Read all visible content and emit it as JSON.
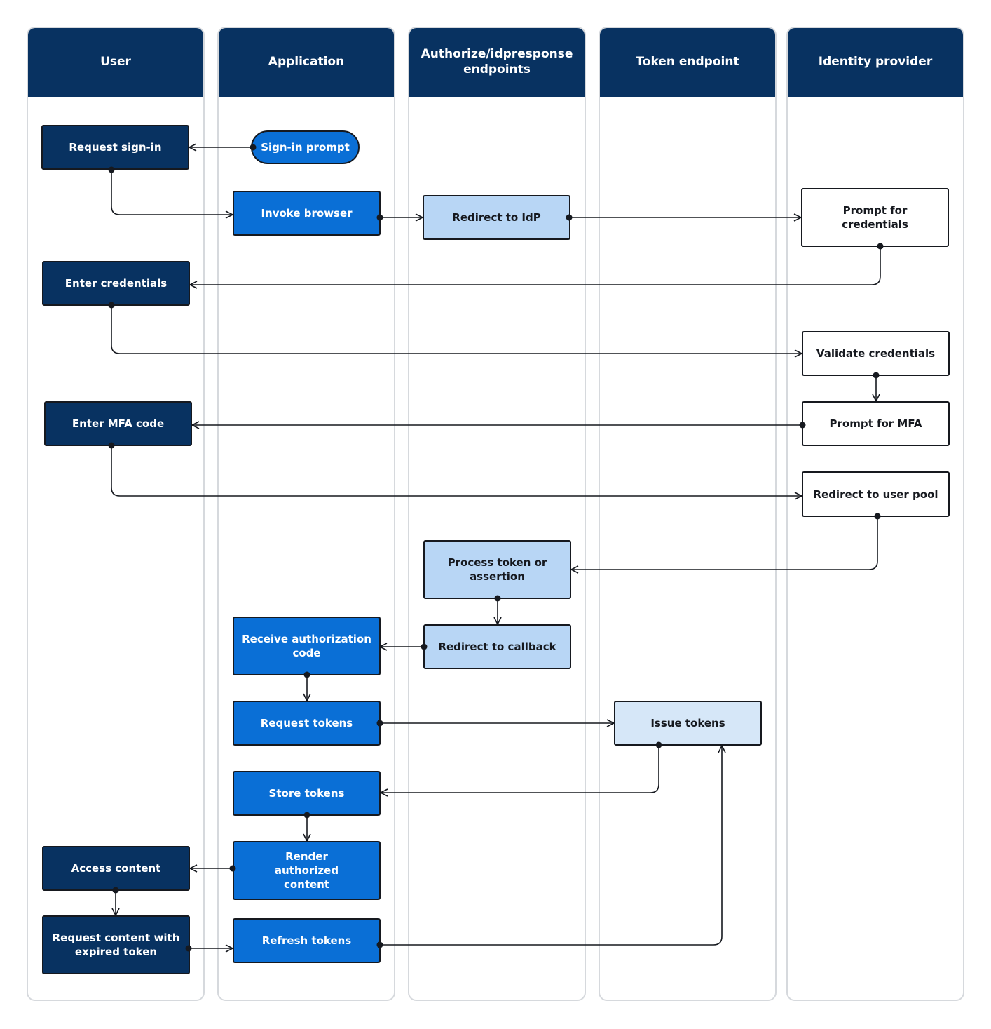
{
  "lanes": {
    "user": "User",
    "application": "Application",
    "authorize": "Authorize/idpresponse endpoints",
    "token": "Token endpoint",
    "idp": "Identity provider"
  },
  "steps": {
    "request_sign_in": "Request sign-in",
    "sign_in_prompt": "Sign-in prompt",
    "invoke_browser": "Invoke browser",
    "redirect_to_idp": "Redirect to IdP",
    "prompt_for_credentials": "Prompt for credentials",
    "enter_credentials": "Enter credentials",
    "validate_credentials": "Validate credentials",
    "enter_mfa_code": "Enter MFA code",
    "prompt_for_mfa": "Prompt for MFA",
    "redirect_to_user_pool": "Redirect to user pool",
    "process_token": "Process token or assertion",
    "redirect_to_callback": "Redirect to callback",
    "receive_auth_code": "Receive authorization code",
    "request_tokens": "Request tokens",
    "issue_tokens": "Issue tokens",
    "store_tokens": "Store tokens",
    "render_content": "Render authorized content",
    "access_content": "Access content",
    "request_expired": "Request content with expired token",
    "refresh_tokens": "Refresh tokens"
  },
  "colors": {
    "dark_navy": "#083261",
    "blue": "#0a6fd6",
    "light_blue": "#b8d6f5",
    "pale_blue": "#d6e7f8",
    "lane_border": "#d6d9dd",
    "line": "#16191f"
  }
}
